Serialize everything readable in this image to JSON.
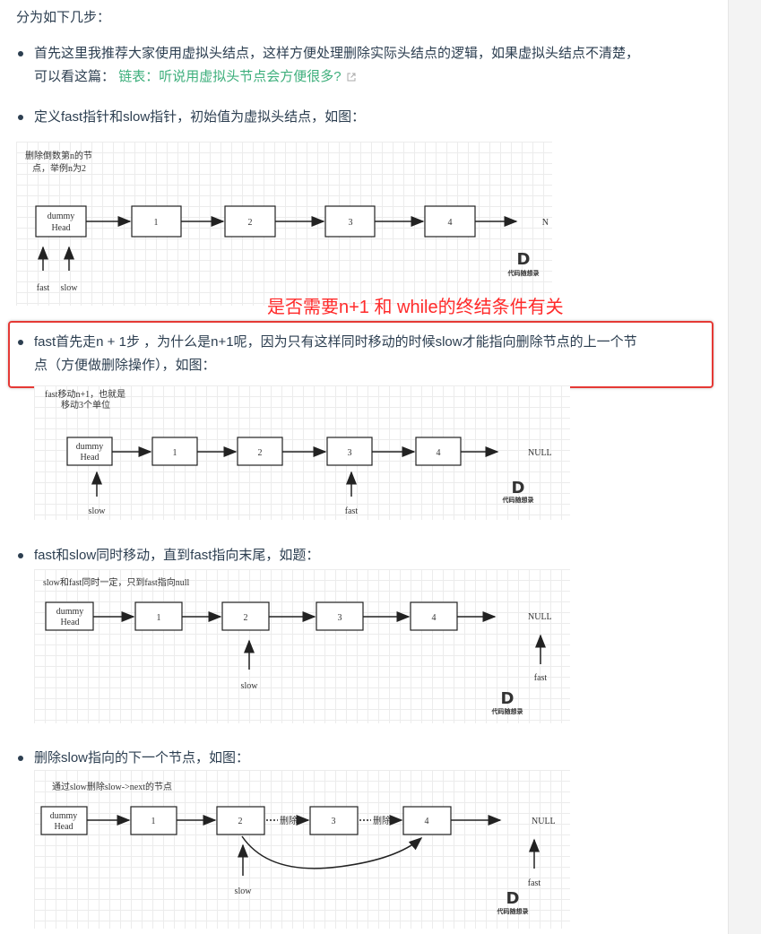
{
  "intro": "分为如下几步：",
  "steps": {
    "step1": {
      "text": "首先这里我推荐大家使用虚拟头结点，这样方便处理删除实际头结点的逻辑，如果虚拟头结点不清楚，",
      "text2": "可以看这篇：",
      "link": "链表：听说用虚拟头节点会方便很多?",
      "link_icon": "external-link-icon"
    },
    "step2": {
      "text": "定义fast指针和slow指针，初始值为虚拟头结点，如图："
    },
    "step3": {
      "text": "fast首先走n + 1步 ，为什么是n+1呢，因为只有这样同时移动的时候slow才能指向删除节点的上一个节",
      "text2": "点（方便做删除操作），如图："
    },
    "step4": {
      "text": "fast和slow同时移动，直到fast指向末尾，如题："
    },
    "step5": {
      "text": "删除slow指向的下一个节点，如图："
    }
  },
  "annotation": "是否需要n+1 和 while的终结条件有关",
  "annotation_color": "#ff2a2a",
  "link_color": "#3eaf7c",
  "watermark": {
    "letter": "D",
    "text": "代码随想录"
  },
  "figures": {
    "fig1": {
      "caption_line1": "删除倒数第n的节",
      "caption_line2": "点，举例n为2",
      "dummy_line1": "dummy",
      "dummy_line2": "Head",
      "nodes": [
        "1",
        "2",
        "3",
        "4"
      ],
      "end_label": "N",
      "fast_label": "fast",
      "slow_label": "slow"
    },
    "fig2": {
      "caption_line1": "fast移动n+1，也就是",
      "caption_line2": "移动3个单位",
      "dummy_line1": "dummy",
      "dummy_line2": "Head",
      "nodes": [
        "1",
        "2",
        "3",
        "4"
      ],
      "end_label": "NULL",
      "slow_label": "slow",
      "fast_label": "fast"
    },
    "fig3": {
      "caption": "slow和fast同时一定，只到fast指向null",
      "dummy_line1": "dummy",
      "dummy_line2": "Head",
      "nodes": [
        "1",
        "2",
        "3",
        "4"
      ],
      "end_label": "NULL",
      "slow_label": "slow",
      "fast_label": "fast"
    },
    "fig4": {
      "caption": "通过slow删除slow->next的节点",
      "dummy_line1": "dummy",
      "dummy_line2": "Head",
      "nodes": [
        "1",
        "2",
        "3",
        "4"
      ],
      "delete_label1": "删除",
      "delete_label2": "删除",
      "end_label": "NULL",
      "slow_label": "slow",
      "fast_label": "fast"
    }
  }
}
